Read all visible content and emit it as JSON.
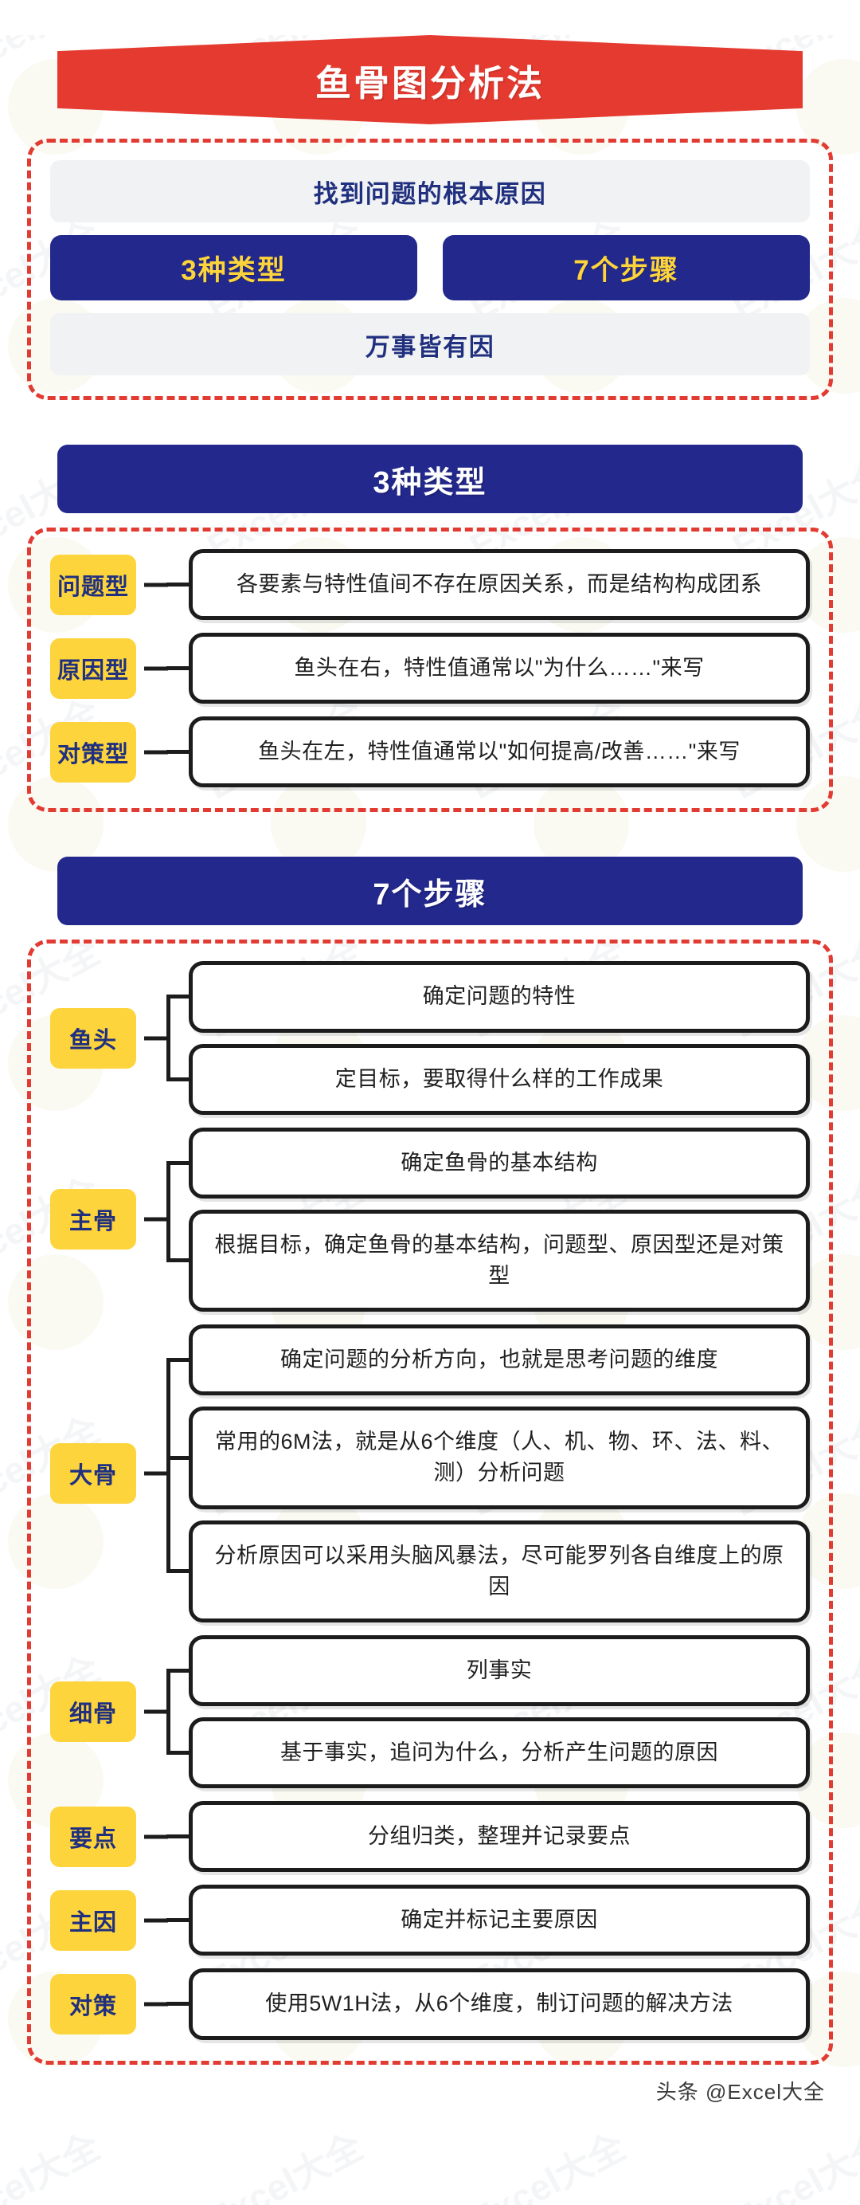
{
  "header": {
    "title": "鱼骨图分析法",
    "colors": {
      "ribbon_red": "#e53a30",
      "navy": "#23288c",
      "yellow": "#fdd43b",
      "dashed_red": "#e23b32",
      "grey_pill": "#f1f2f4"
    }
  },
  "intro": {
    "top_pill": "找到问题的根本原因",
    "buttons": [
      {
        "label": "3种类型"
      },
      {
        "label": "7个步骤"
      }
    ],
    "bottom_pill": "万事皆有因"
  },
  "sections": [
    {
      "id": "types",
      "heading": "3种类型",
      "rows": [
        {
          "tag": "问题型",
          "items": [
            "各要素与特性值间不存在原因关系，而是结构构成团系"
          ]
        },
        {
          "tag": "原因型",
          "items": [
            "鱼头在右，特性值通常以\"为什么……\"来写"
          ]
        },
        {
          "tag": "对策型",
          "items": [
            "鱼头在左，特性值通常以\"如何提高/改善……\"来写"
          ]
        }
      ]
    },
    {
      "id": "steps",
      "heading": "7个步骤",
      "rows": [
        {
          "tag": "鱼头",
          "items": [
            "确定问题的特性",
            "定目标，要取得什么样的工作成果"
          ]
        },
        {
          "tag": "主骨",
          "items": [
            "确定鱼骨的基本结构",
            "根据目标，确定鱼骨的基本结构，问题型、原因型还是对策型"
          ]
        },
        {
          "tag": "大骨",
          "items": [
            "确定问题的分析方向，也就是思考问题的维度",
            "常用的6M法，就是从6个维度（人、机、物、环、法、料、测）分析问题",
            "分析原因可以采用头脑风暴法，尽可能罗列各自维度上的原因"
          ]
        },
        {
          "tag": "细骨",
          "items": [
            "列事实",
            "基于事实，追问为什么，分析产生问题的原因"
          ]
        },
        {
          "tag": "要点",
          "items": [
            "分组归类，整理并记录要点"
          ]
        },
        {
          "tag": "主因",
          "items": [
            "确定并标记主要原因"
          ]
        },
        {
          "tag": "对策",
          "items": [
            "使用5W1H法，从6个维度，制订问题的解决方法"
          ]
        }
      ]
    }
  ],
  "footer": {
    "credit": "头条 @Excel大全"
  },
  "watermark": {
    "text": "Excel大全"
  }
}
